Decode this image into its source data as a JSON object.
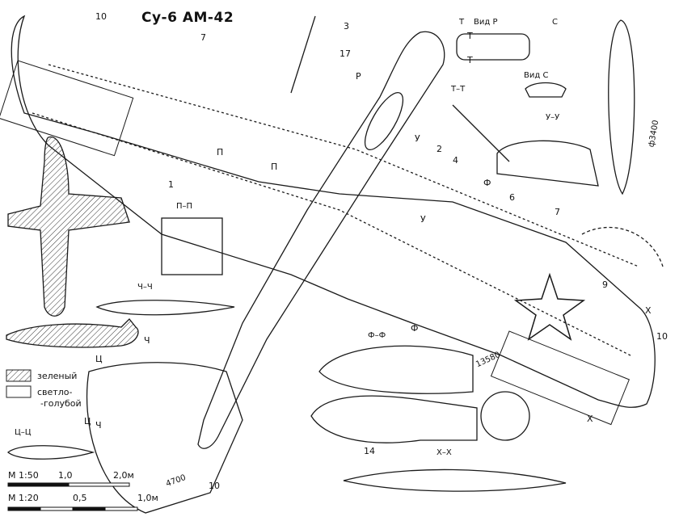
{
  "title": "Су-6 АМ-42",
  "callouts": [
    "10",
    "7",
    "3",
    "17",
    "P",
    "2",
    "4",
    "6",
    "7",
    "9",
    "10",
    "1",
    "П",
    "П",
    "У",
    "У",
    "Т",
    "Т",
    "Ф",
    "Ф",
    "Ч",
    "Ч",
    "Ц",
    "Ц",
    "X",
    "X",
    "14",
    "10"
  ],
  "views": {
    "vid_p": "Вид Р",
    "vid_c": "Вид С",
    "t_t": "Т–Т",
    "u_u": "У–У",
    "p_p": "П–П",
    "ch_ch": "Ч–Ч",
    "f_f": "Ф–Ф",
    "ts_ts": "Ц–Ц",
    "x_x": "Х–Х",
    "c": "С",
    "t": "Т"
  },
  "dimensions": {
    "span": "13580",
    "tail": "4700",
    "diam": "ф3400"
  },
  "legend": {
    "green": "зеленый",
    "light_blue_1": "светло-",
    "light_blue_2": "-голубой"
  },
  "scales": [
    {
      "label": "М 1:50",
      "ticks": [
        "1,0",
        "2,0м"
      ]
    },
    {
      "label": "М 1:20",
      "ticks": [
        "0,5",
        "1,0м"
      ]
    }
  ],
  "colors": {
    "ink": "#1a1a1a",
    "paper": "#ffffff",
    "hatch": "#333333"
  }
}
